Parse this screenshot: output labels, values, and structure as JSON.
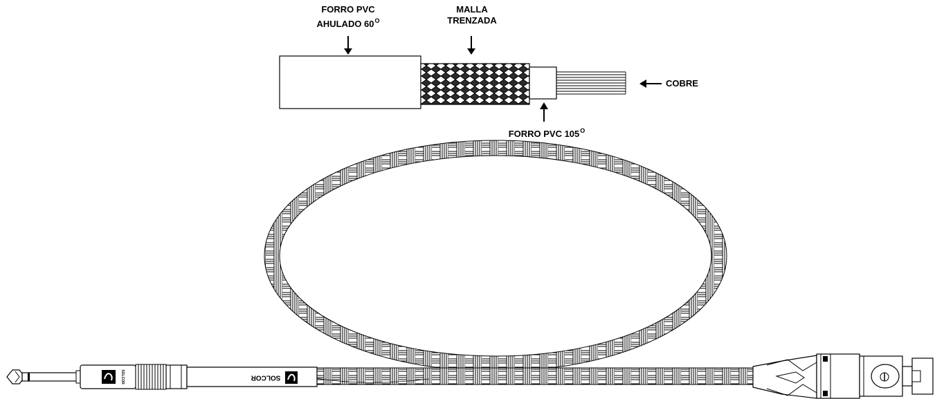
{
  "labels": {
    "outer_jacket": {
      "line1": "FORRO PVC",
      "line2": "AHULADO 60",
      "degree": "O"
    },
    "braid": {
      "line1": "MALLA",
      "line2": "TRENZADA"
    },
    "conductor": {
      "text": "COBRE"
    },
    "inner_jacket": {
      "text": "FORRO PVC 105",
      "degree": "O"
    }
  },
  "branding": {
    "jack_logo_text": "SOLCOR",
    "jack_side_text": "SOLCOR"
  },
  "colors": {
    "line": "#000000",
    "braid_fill": "#3a3a3a",
    "background": "#ffffff"
  }
}
